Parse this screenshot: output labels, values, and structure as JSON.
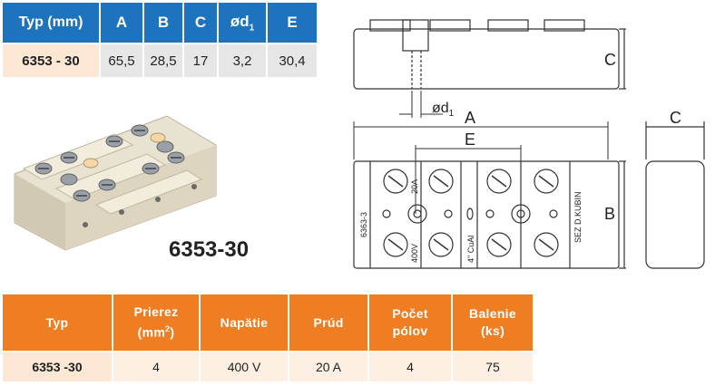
{
  "dimensions_table": {
    "headers": {
      "typ": "Typ (mm)",
      "a": "A",
      "b": "B",
      "c": "C",
      "d1_prefix": "ød",
      "d1_sub": "1",
      "e": "E"
    },
    "row": {
      "typ": "6353 - 30",
      "a": "65,5",
      "b": "28,5",
      "c": "17",
      "d1": "3,2",
      "e": "30,4"
    }
  },
  "product_label": "6353-30",
  "drawing_labels": {
    "c_top": "C",
    "d1_prefix": "ød",
    "d1_sub": "1",
    "a": "A",
    "e": "E",
    "c_side": "C",
    "b": "B",
    "model": "6363-3",
    "current": "20A",
    "voltage": "400V",
    "wire": "4\" CuAl",
    "maker": "SEZ D.KUBIN"
  },
  "spec_table": {
    "headers": {
      "typ": "Typ",
      "prierez_line1": "Prierez",
      "prierez_line2_prefix": "(mm",
      "prierez_sup": "2",
      "prierez_line2_suffix": ")",
      "napatie": "Napätie",
      "prud": "Prúd",
      "pocet_line1": "Počet",
      "pocet_line2": "pólov",
      "balenie_line1": "Balenie",
      "balenie_line2": "(ks)"
    },
    "row": {
      "typ": "6353 -30",
      "prierez": "4",
      "napatie": "400 V",
      "prud": "20 A",
      "pocet": "4",
      "balenie": "75"
    }
  },
  "colors": {
    "blue_header": "#1e73be",
    "orange_header": "#ef7d22",
    "peach_cell": "#fbe7d3",
    "grey_cell": "#e6e6e6"
  }
}
